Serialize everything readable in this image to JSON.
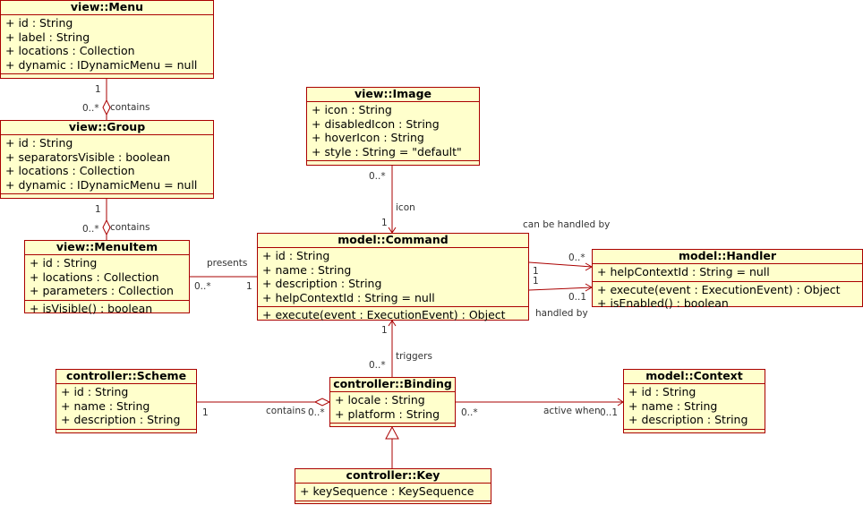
{
  "classes": {
    "menu": {
      "name": "view::Menu",
      "attributes": [
        "+ id : String",
        "+ label : String",
        "+ locations : Collection",
        "+ dynamic : IDynamicMenu = null"
      ],
      "operations": []
    },
    "group": {
      "name": "view::Group",
      "attributes": [
        "+ id : String",
        "+ separatorsVisible : boolean",
        "+ locations : Collection",
        "+ dynamic : IDynamicMenu = null"
      ],
      "operations": []
    },
    "menuitem": {
      "name": "view::MenuItem",
      "attributes": [
        "+ id : String",
        "+ locations : Collection",
        "+ parameters : Collection"
      ],
      "operations": [
        "+ isVisible() : boolean"
      ]
    },
    "image": {
      "name": "view::Image",
      "attributes": [
        "+ icon : String",
        "+ disabledIcon : String",
        "+ hoverIcon : String",
        "+ style : String = \"default\""
      ],
      "operations": []
    },
    "command": {
      "name": "model::Command",
      "attributes": [
        "+ id : String",
        "+ name : String",
        "+ description : String",
        "+ helpContextId : String = null"
      ],
      "operations": [
        "+ execute(event : ExecutionEvent) : Object"
      ]
    },
    "handler": {
      "name": "model::Handler",
      "attributes": [
        "+ helpContextId : String = null"
      ],
      "operations": [
        "+ execute(event : ExecutionEvent) : Object",
        "+ isEnabled() : boolean"
      ]
    },
    "scheme": {
      "name": "controller::Scheme",
      "attributes": [
        "+ id : String",
        "+ name : String",
        "+ description : String"
      ],
      "operations": []
    },
    "binding": {
      "name": "controller::Binding",
      "attributes": [
        "+ locale : String",
        "+ platform : String"
      ],
      "operations": []
    },
    "context": {
      "name": "model::Context",
      "attributes": [
        "+ id : String",
        "+ name : String",
        "+ description : String"
      ],
      "operations": []
    },
    "key": {
      "name": "controller::Key",
      "attributes": [
        "+ keySequence : KeySequence"
      ],
      "operations": []
    }
  },
  "labels": {
    "menu_group_one": "1",
    "menu_group_many": "0..*",
    "menu_group_role": "contains",
    "group_item_one": "1",
    "group_item_many": "0..*",
    "group_item_role": "contains",
    "item_command_role": "presents",
    "item_command_many": "0..*",
    "item_command_one": "1",
    "image_command_many": "0..*",
    "image_command_role": "icon",
    "image_command_one": "1",
    "can_handled_role": "can be handled by",
    "can_handled_many": "0..*",
    "can_handled_one": "1",
    "handled_one": "1",
    "handled_opt": "0..1",
    "handled_role": "handled by",
    "binding_command_one": "1",
    "binding_command_role": "triggers",
    "binding_command_many": "0..*",
    "scheme_binding_one": "1",
    "scheme_binding_role": "contains",
    "scheme_binding_many": "0..*",
    "binding_context_many": "0..*",
    "binding_context_role": "active when",
    "binding_context_opt": "0..1"
  },
  "colors": {
    "line": "#aa0000",
    "fill": "#ffffcc",
    "label": "#333333"
  }
}
